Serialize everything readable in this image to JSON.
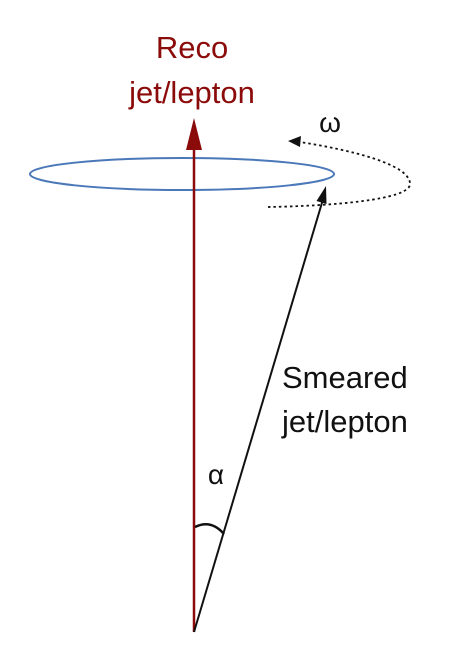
{
  "reco": {
    "label_line1": "Reco",
    "label_line2": "jet/lepton",
    "color": "#8b0a0a"
  },
  "smeared": {
    "label_line1": "Smeared",
    "label_line2": "jet/lepton",
    "color": "#111111"
  },
  "angles": {
    "alpha": "α",
    "omega": "ω"
  },
  "ellipse_color": "#4a78b8"
}
